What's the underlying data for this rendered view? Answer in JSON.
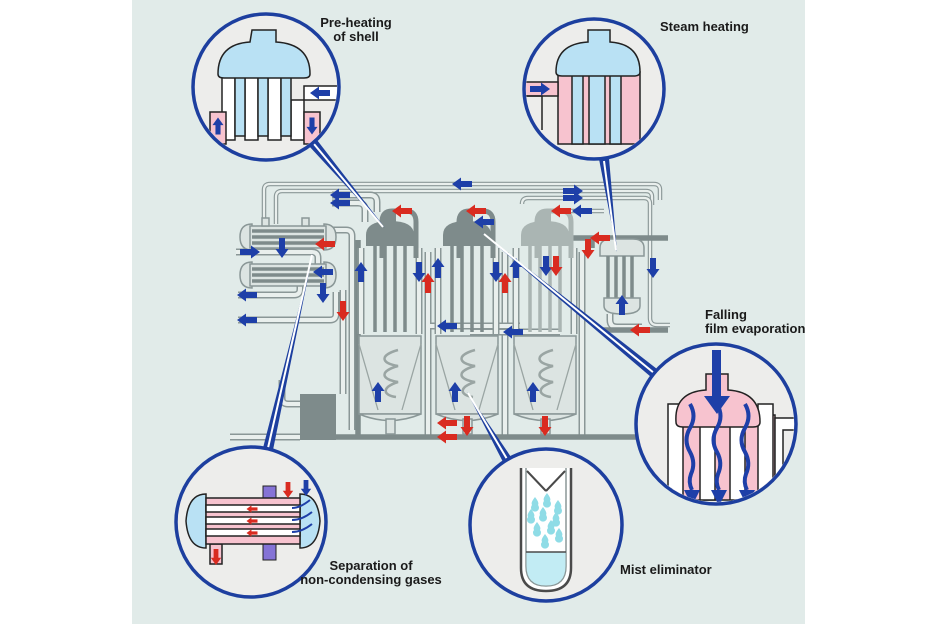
{
  "labels": {
    "preheating_1": "Pre-heating",
    "preheating_2": "of shell",
    "steam_heating": "Steam heating",
    "falling_film_1": "Falling",
    "falling_film_2": "film evaporation",
    "separation_1": "Separation of",
    "separation_2": "non-condensing gases",
    "mist_eliminator": "Mist eliminator"
  },
  "callouts": [
    {
      "id": "preheating",
      "label": "Pre-heating of shell"
    },
    {
      "id": "steam-heating",
      "label": "Steam heating"
    },
    {
      "id": "falling-film",
      "label": "Falling film evaporation"
    },
    {
      "id": "separation",
      "label": "Separation of non-condensing gases"
    },
    {
      "id": "mist-eliminator",
      "label": "Mist eliminator"
    }
  ],
  "colors": {
    "background": "#ffffff",
    "panel": "#e1ebe9",
    "callout-fill": "#ededeb",
    "callout-ring": "#1d3f9f",
    "arrow-blue": "#1e3fa8",
    "arrow-red": "#d92b20",
    "pipe-dark": "#7e8b8b",
    "pipe-light-edge": "#8a9797",
    "pipe-light-core": "#e9efed",
    "vessel-fill": "#dce4e2",
    "dome-light-blue": "#b9e1f4",
    "pink": "#f7c3cf",
    "purple": "#8573d6",
    "droplet-teal": "#8fdce6",
    "liquid-cyan": "#c2ecf4",
    "text": "#1a1a1a"
  }
}
